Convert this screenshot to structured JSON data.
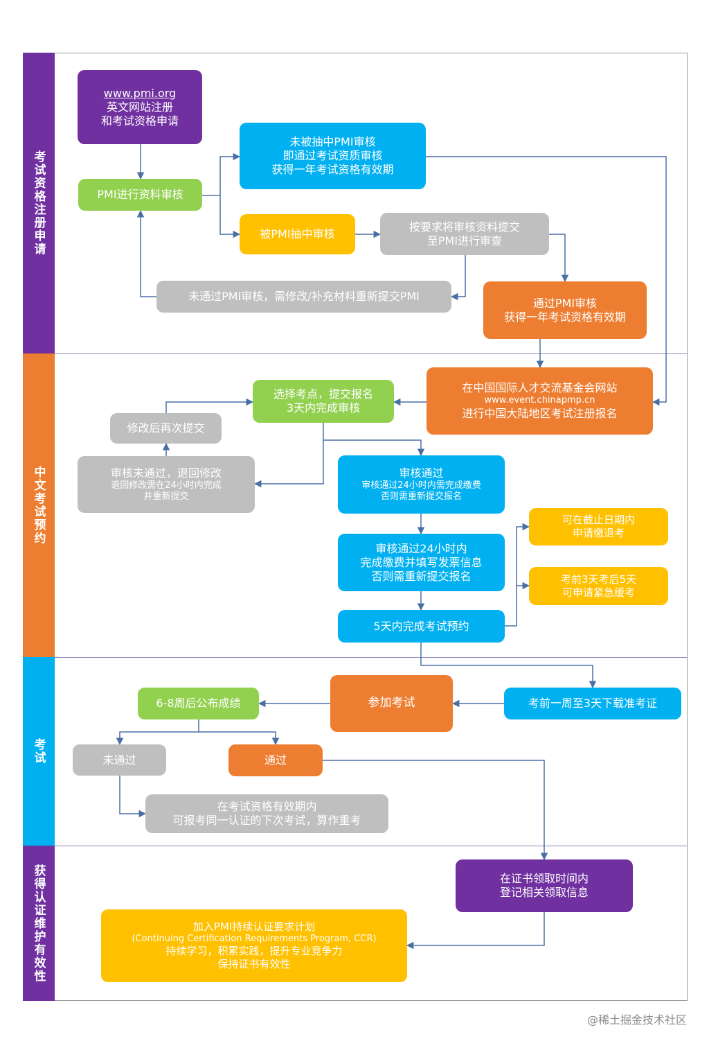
{
  "colors": {
    "purple": "#7030a0",
    "green": "#92d050",
    "blue": "#00b0f0",
    "yellow": "#ffc000",
    "orange": "#ed7d31",
    "gray": "#bfbfbf",
    "connector": "#4a6fa5"
  },
  "lanes": [
    {
      "label": "考试资格注册申请",
      "color": "#7030a0"
    },
    {
      "label": "中文考试预约",
      "color": "#ed7d31"
    },
    {
      "label": "考试",
      "color": "#00b0f0"
    },
    {
      "label": "获得认证维护有效性",
      "color": "#7030a0"
    }
  ],
  "nodes": {
    "pmi_site": {
      "lines": [
        "www.pmi.org",
        "英文网站注册",
        "和考试资格申请"
      ]
    },
    "pmi_review": {
      "lines": [
        "PMI进行资料审核"
      ]
    },
    "not_audited": {
      "lines": [
        "未被抽中PMI审核",
        "即通过考试资质审核",
        "获得一年考试资格有效期"
      ]
    },
    "audited": {
      "lines": [
        "被PMI抽中审核"
      ]
    },
    "submit_audit": {
      "lines": [
        "按要求将审核资料提交",
        "至PMI进行审查"
      ]
    },
    "audit_fail": {
      "lines": [
        "未通过PMI审核，需修改/补充材料重新提交PMI"
      ]
    },
    "audit_pass": {
      "lines": [
        "通过PMI审核",
        "获得一年考试资格有效期"
      ]
    },
    "china_register": {
      "lines": [
        "在中国国际人才交流基金会网站",
        "www.event.chinapmp.cn",
        "进行中国大陆地区考试注册报名"
      ]
    },
    "choose_site": {
      "lines": [
        "选择考点，提交报名",
        "3天内完成审核"
      ]
    },
    "resubmit": {
      "lines": [
        "修改后再次提交"
      ]
    },
    "review_fail": {
      "lines": [
        "审核未通过，退回修改",
        "退回修改需在24小时内完成",
        "并重新提交"
      ]
    },
    "review_pass": {
      "lines": [
        "审核通过",
        "审核通过24小时内需完成缴费",
        "否则需重新提交报名"
      ]
    },
    "pay": {
      "lines": [
        "审核通过24小时内",
        "完成缴费并填写发票信息",
        "否则需重新提交报名"
      ]
    },
    "refund": {
      "lines": [
        "可在截止日期内",
        "申请缴退考"
      ]
    },
    "defer": {
      "lines": [
        "考前3天考后5天",
        "可申请紧急缓考"
      ]
    },
    "book_exam": {
      "lines": [
        "5天内完成考试预约"
      ]
    },
    "download_ticket": {
      "lines": [
        "考前一周至3天下载准考证"
      ]
    },
    "take_exam": {
      "lines": [
        "参加考试"
      ]
    },
    "results": {
      "lines": [
        "6-8周后公布成绩"
      ]
    },
    "failed": {
      "lines": [
        "未通过"
      ]
    },
    "passed": {
      "lines": [
        "通过"
      ]
    },
    "retake": {
      "lines": [
        "在考试资格有效期内",
        "可报考同一认证的下次考试，算作重考"
      ]
    },
    "certificate": {
      "lines": [
        "在证书领取时间内",
        "登记相关领取信息"
      ]
    },
    "ccr": {
      "lines": [
        "加入PMI持续认证要求计划",
        "(Continuing Certification Requirements Program, CCR)",
        "持续学习，积累实践，提升专业竞争力",
        "保持证书有效性"
      ]
    }
  },
  "watermark": "@稀土掘金技术社区"
}
